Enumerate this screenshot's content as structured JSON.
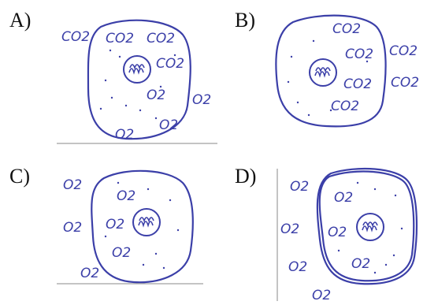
{
  "colors": {
    "ink": "#3b3fa8",
    "label": "#111111",
    "rule": "#8a8a8a"
  },
  "panels": [
    {
      "letter": "A)",
      "outside": [
        "CO2",
        "O2",
        "O2",
        "O2"
      ],
      "inside": [
        "CO2",
        "CO2",
        "CO2",
        "O2"
      ]
    },
    {
      "letter": "B)",
      "outside": [
        "CO2",
        "CO2"
      ],
      "inside": [
        "CO2",
        "CO2",
        "CO2",
        "CO2"
      ]
    },
    {
      "letter": "C)",
      "outside": [
        "O2",
        "O2",
        "O2"
      ],
      "inside": [
        "O2",
        "O2",
        "O2"
      ]
    },
    {
      "letter": "D)",
      "outside": [
        "O2",
        "O2",
        "O2",
        "O2"
      ],
      "inside": [
        "O2",
        "O2",
        "O2"
      ]
    }
  ]
}
